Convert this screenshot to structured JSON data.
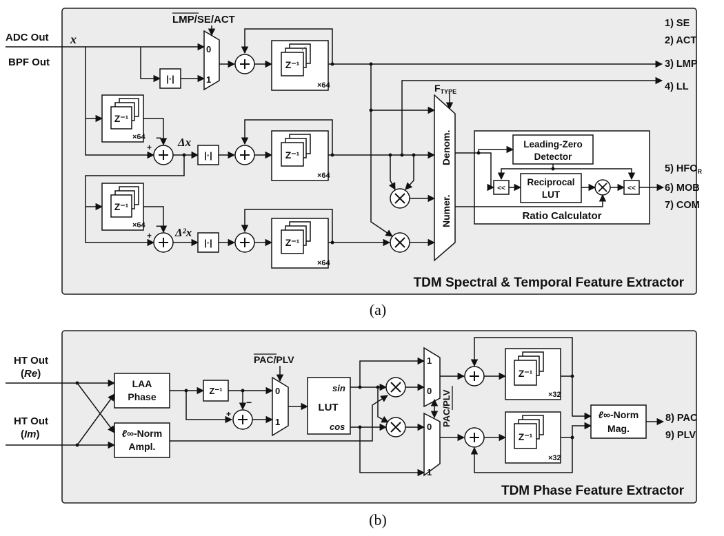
{
  "panel_a": {
    "title": "TDM Spectral & Temporal Feature Extractor",
    "caption": "(a)",
    "inputs": {
      "adc": "ADC Out",
      "bpf": "BPF Out"
    },
    "signals": {
      "x": "x",
      "dx": "Δx",
      "d2x": "Δ²x"
    },
    "mux_select": "LMP/SE/ACT",
    "mux_select_overline": "LMP",
    "mux_ports": {
      "zero": "0",
      "one": "1"
    },
    "abs_label": "|·|",
    "delay_label": "Z⁻¹",
    "bank_multiplier": "×64",
    "ftype_label": "F",
    "ftype_sub": "TYPE",
    "numer_label": "Numer.",
    "denom_label": "Denom.",
    "ratio_calculator": "Ratio Calculator",
    "lzd_line1": "Leading-Zero",
    "lzd_line2": "Detector",
    "recip_line1": "Reciprocal",
    "recip_line2": "LUT",
    "shift_label": "<<",
    "outputs": [
      "1) SE",
      "2) ACT",
      "3) LMP",
      "4) LL",
      "5) HFO",
      "6) MOB",
      "7) COM"
    ],
    "hfo_sub": "R"
  },
  "panel_b": {
    "title": "TDM Phase Feature Extractor",
    "caption": "(b)",
    "inputs": {
      "re_line1": "HT Out",
      "re_line2": "Re",
      "im_line1": "HT Out",
      "im_line2": "Im"
    },
    "laa_line1": "LAA",
    "laa_line2": "Phase",
    "linf_line1": "-Norm",
    "linf_line2": "Ampl.",
    "ell_symbol": "ℓ∞",
    "mag_line1": "-Norm",
    "mag_line2": "Mag.",
    "mux_select": "PAC/PLV",
    "mux_select_overline": "PAC",
    "mux2_select": "PAC/PLV",
    "lut_label": "LUT",
    "sin_label": "sin",
    "cos_label": "cos",
    "delay_label": "Z⁻¹",
    "bank_multiplier": "×32",
    "outputs": [
      "8) PAC",
      "9) PLV"
    ]
  }
}
